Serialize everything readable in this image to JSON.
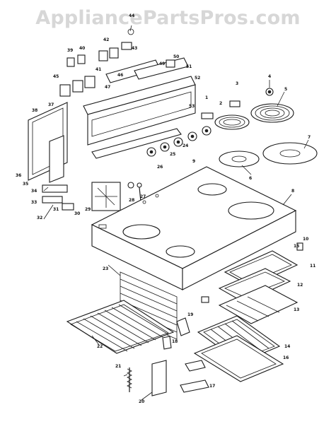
{
  "watermark": "AppliancePartsPros.com",
  "diagram": {
    "callouts": [
      "44",
      "42",
      "43",
      "39",
      "40",
      "41",
      "45",
      "46",
      "50",
      "49",
      "47",
      "51",
      "52",
      "53",
      "37",
      "38",
      "1",
      "3",
      "4",
      "5",
      "2",
      "7",
      "6",
      "9",
      "8",
      "24",
      "25",
      "26",
      "27",
      "28",
      "36",
      "35",
      "34",
      "33",
      "32",
      "31",
      "30",
      "29",
      "23",
      "22",
      "21",
      "20",
      "19",
      "18",
      "17",
      "16",
      "15",
      "14",
      "13",
      "12",
      "11",
      "10"
    ]
  }
}
